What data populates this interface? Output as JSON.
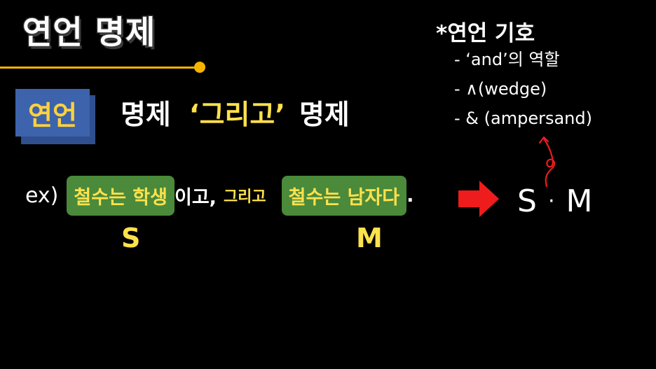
{
  "title": "연언 명제",
  "badge": "연언",
  "definition": {
    "left": "명제",
    "conjunction": "‘그리고’",
    "right": "명제"
  },
  "example": {
    "label": "ex)",
    "clause1": "철수는 학생",
    "connector1": "이고,",
    "conjunction": "그리고",
    "clause2": "철수는 남자다",
    "period": "."
  },
  "variables": {
    "s": "S",
    "m": "M"
  },
  "result": {
    "left": "S",
    "dot": "·",
    "right": "M"
  },
  "symbols": {
    "title": "*연언 기호",
    "items": [
      "- ‘and’의 역할",
      "- ∧(wedge)",
      "- & (ampersand)"
    ]
  },
  "colors": {
    "accent_yellow": "#ffe14d",
    "line_orange": "#f5b400",
    "badge_blue": "#3d63ad",
    "highlight_green": "#4a8a3a",
    "arrow_red": "#ee1c1c"
  }
}
